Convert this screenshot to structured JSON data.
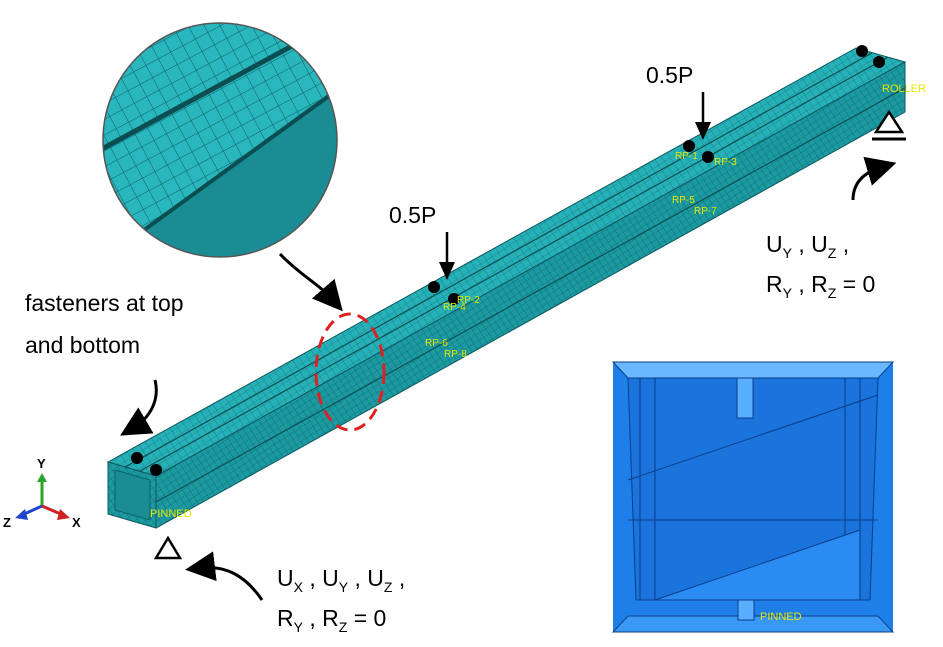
{
  "labels": {
    "load_left": "0.5P",
    "load_right": "0.5P",
    "fasteners_line1": "fasteners at top",
    "fasteners_line2": "and bottom",
    "right_bc_u": "U",
    "right_bc_u_sub1": "Y",
    "right_bc_u_sep": " , U",
    "right_bc_u_sub2": "Z",
    "right_bc_u_end": " ,",
    "right_bc_r": "R",
    "right_bc_r_sub1": "Y",
    "right_bc_r_sep": " , R",
    "right_bc_r_sub2": "Z",
    "right_bc_r_end": " = 0",
    "left_bc_u": "U",
    "left_bc_u_sub1": "X",
    "left_bc_u_sep1": " , U",
    "left_bc_u_sub2": "Y",
    "left_bc_u_sep2": " , U",
    "left_bc_u_sub3": "Z",
    "left_bc_u_end": " ,",
    "left_bc_r": "R",
    "left_bc_r_sub1": "Y",
    "left_bc_r_sep": " , R",
    "left_bc_r_sub2": "Z",
    "left_bc_r_end": " = 0"
  },
  "model_tags": {
    "pinned": "PINNED",
    "roller": "ROLLER",
    "rp4": "RP-4",
    "rp6": "RP-6",
    "rp8": "RP-8",
    "rp5": "RP-5",
    "rp7": "RP-7",
    "rp2": "RP-2",
    "rp1": "RP-1",
    "rp3": "RP-3",
    "inset_pinned": "PINNED"
  },
  "triad": {
    "y": "Y",
    "z": "Z",
    "x": "X"
  },
  "colors": {
    "beam": "#22a6ad",
    "beam_dark": "#1a8d94",
    "mesh": "#0d5a5f",
    "inset_blue": "#1f7fe8",
    "inset_light": "#6ab8ff",
    "annotation": "#e8e800",
    "highlight": "#e02020"
  },
  "icons": [
    "curved-arrow-icon",
    "support-triangle-icon",
    "coordinate-triad-icon"
  ]
}
